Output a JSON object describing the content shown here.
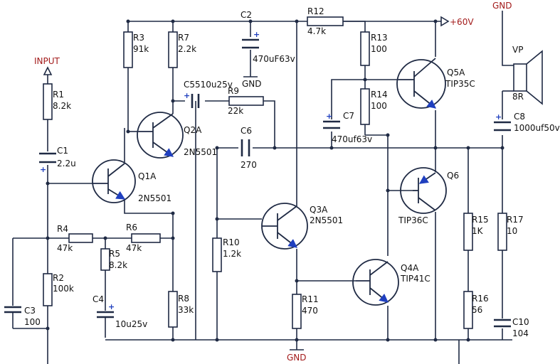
{
  "colors": {
    "wire": "#1f2a44",
    "arrow": "#1f3fbf",
    "supply_label": "#a31b1b",
    "background": "#ffffff"
  },
  "ports": {
    "input": "INPUT",
    "supply": "+60V",
    "gnd_top": "GND",
    "gnd_c2": "GND",
    "gnd_bottom": "GND"
  },
  "speaker": {
    "ref": "VP",
    "value": "8R"
  },
  "resistors": [
    {
      "ref": "R1",
      "value": "8.2k"
    },
    {
      "ref": "R2",
      "value": "100k"
    },
    {
      "ref": "R3",
      "value": "91k"
    },
    {
      "ref": "R4",
      "value": "47k"
    },
    {
      "ref": "R5",
      "value": "8.2k"
    },
    {
      "ref": "R6",
      "value": "47k"
    },
    {
      "ref": "R7",
      "value": "2.2k"
    },
    {
      "ref": "R8",
      "value": "33k"
    },
    {
      "ref": "R9",
      "value": "22k"
    },
    {
      "ref": "R10",
      "value": "1.2k"
    },
    {
      "ref": "R11",
      "value": "470"
    },
    {
      "ref": "R12",
      "value": "4.7k"
    },
    {
      "ref": "R13",
      "value": "100"
    },
    {
      "ref": "R14",
      "value": "100"
    },
    {
      "ref": "R15",
      "value": "1K"
    },
    {
      "ref": "R16",
      "value": "56"
    },
    {
      "ref": "R17",
      "value": "10"
    }
  ],
  "capacitors": [
    {
      "ref": "C1",
      "value": "2.2u"
    },
    {
      "ref": "C2",
      "value": "470uF63v"
    },
    {
      "ref": "C3",
      "value": "100"
    },
    {
      "ref": "C4",
      "value": "10u25v"
    },
    {
      "ref": "C5",
      "value": "510u25v"
    },
    {
      "ref": "C6",
      "value": "270"
    },
    {
      "ref": "C7",
      "value": "470uf63v"
    },
    {
      "ref": "C8",
      "value": "1000uf50v"
    },
    {
      "ref": "C10",
      "value": "104"
    }
  ],
  "transistors": [
    {
      "ref": "Q1A",
      "part": "2N5501"
    },
    {
      "ref": "Q2A",
      "part": "2N5501"
    },
    {
      "ref": "Q3A",
      "part": "2N5501"
    },
    {
      "ref": "Q4A",
      "part": "TIP41C"
    },
    {
      "ref": "Q5A",
      "part": "TIP35C"
    },
    {
      "ref": "Q6",
      "part": "TIP36C"
    }
  ]
}
